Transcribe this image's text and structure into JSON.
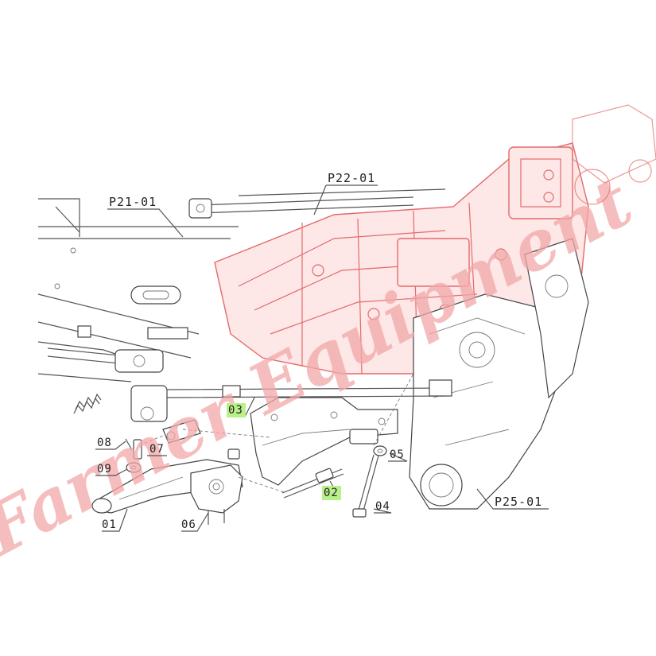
{
  "labels": {
    "p21": "P21-01",
    "p22": "P22-01",
    "p25": "P25-01",
    "l01": "01",
    "l02": "02",
    "l03": "03",
    "l04": "04",
    "l05": "05",
    "l06": "06",
    "l07": "07",
    "l08": "08",
    "l09": "09"
  },
  "watermark": {
    "text": "Farmer Equipment"
  },
  "highlight_color": "#b9f08a",
  "accent_color": "#e46a6a"
}
